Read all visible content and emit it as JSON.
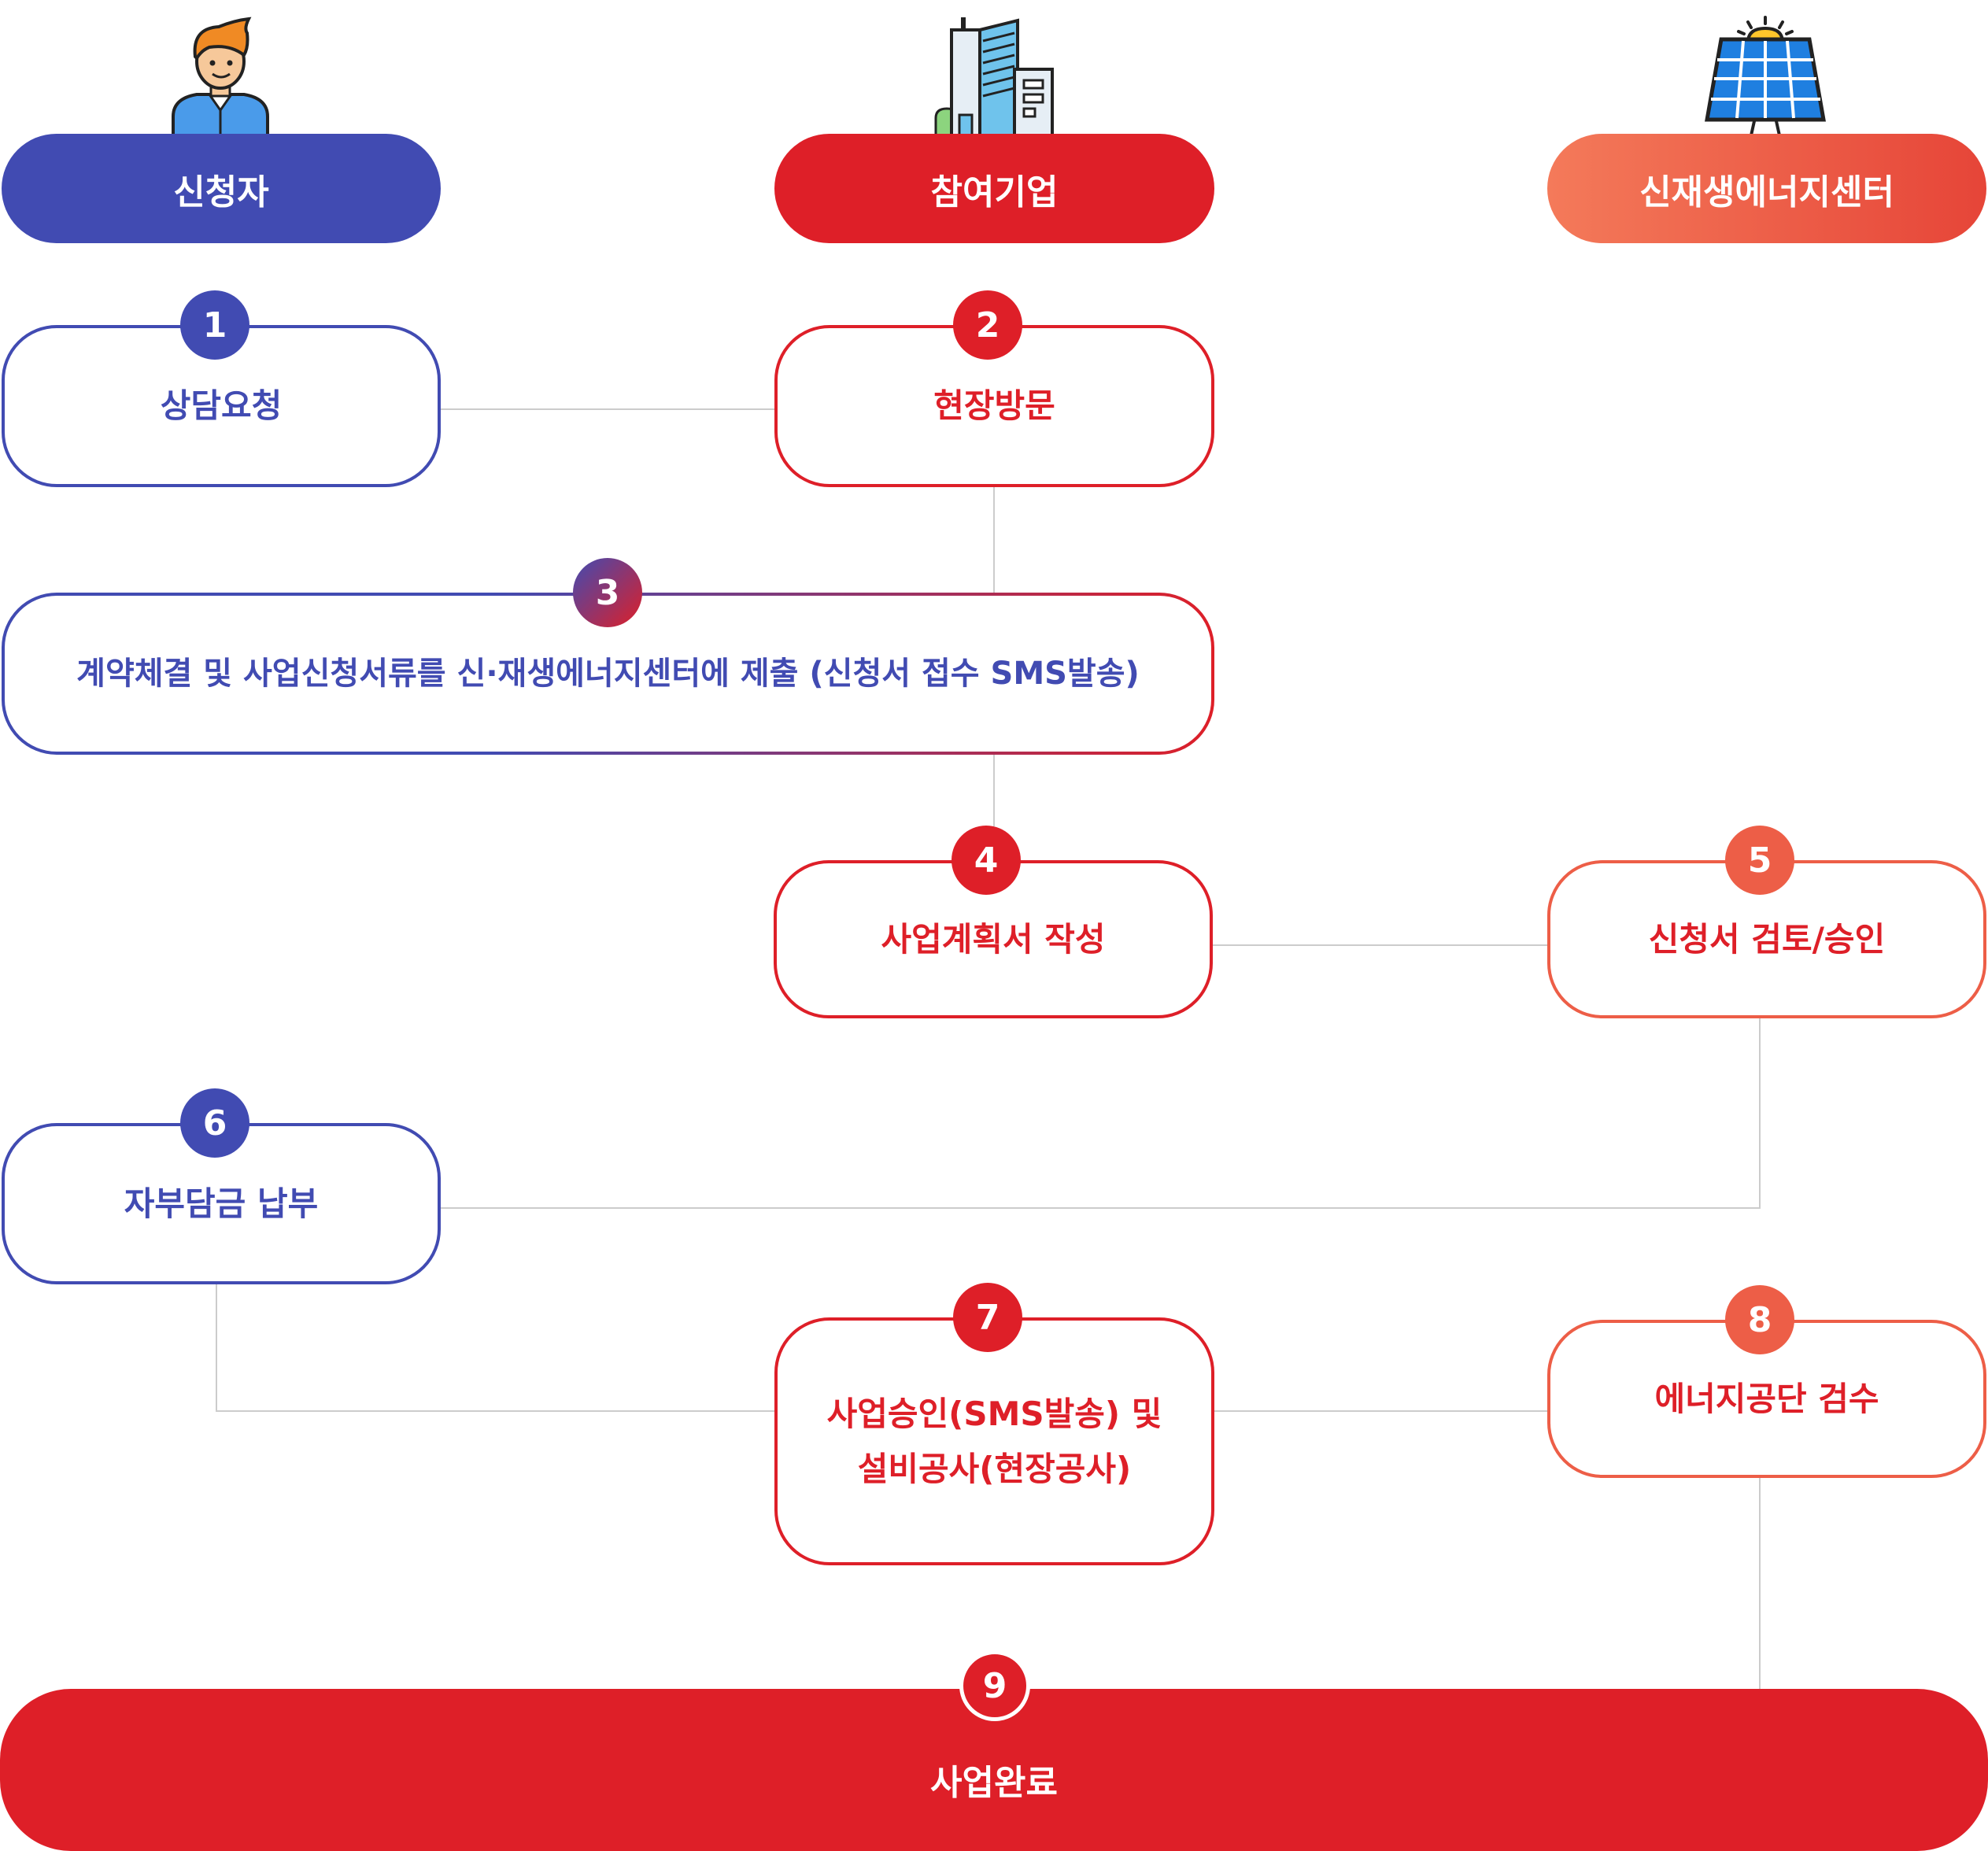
{
  "actors": [
    {
      "label": "신청자",
      "icon": "person-icon",
      "color": "#414bb2"
    },
    {
      "label": "참여기업",
      "icon": "office-building-icon",
      "color": "#de1f28"
    },
    {
      "label": "신재생에너지센터",
      "icon": "solar-panel-icon",
      "color": "#ed5e47"
    }
  ],
  "steps": [
    {
      "number": "1",
      "label": "상담요청"
    },
    {
      "number": "2",
      "label": "현장방문"
    },
    {
      "number": "3",
      "label": "계약체결 및 사업신청서류를 신·재생에너지센터에 제출 (신청서 접수 SMS발송)"
    },
    {
      "number": "4",
      "label": "사업계획서 작성"
    },
    {
      "number": "5",
      "label": "신청서 검토/승인"
    },
    {
      "number": "6",
      "label": "자부담금 납부"
    },
    {
      "number": "7",
      "label_line1": "사업승인(SMS발송) 및",
      "label_line2": "설비공사(현장공사)"
    },
    {
      "number": "8",
      "label": "에너지공단 검수"
    },
    {
      "number": "9",
      "label": "사업완료"
    }
  ],
  "colors": {
    "blue": "#414bb2",
    "red": "#de1f28",
    "orange": "#ed5e47",
    "connector": "#cccccc"
  }
}
